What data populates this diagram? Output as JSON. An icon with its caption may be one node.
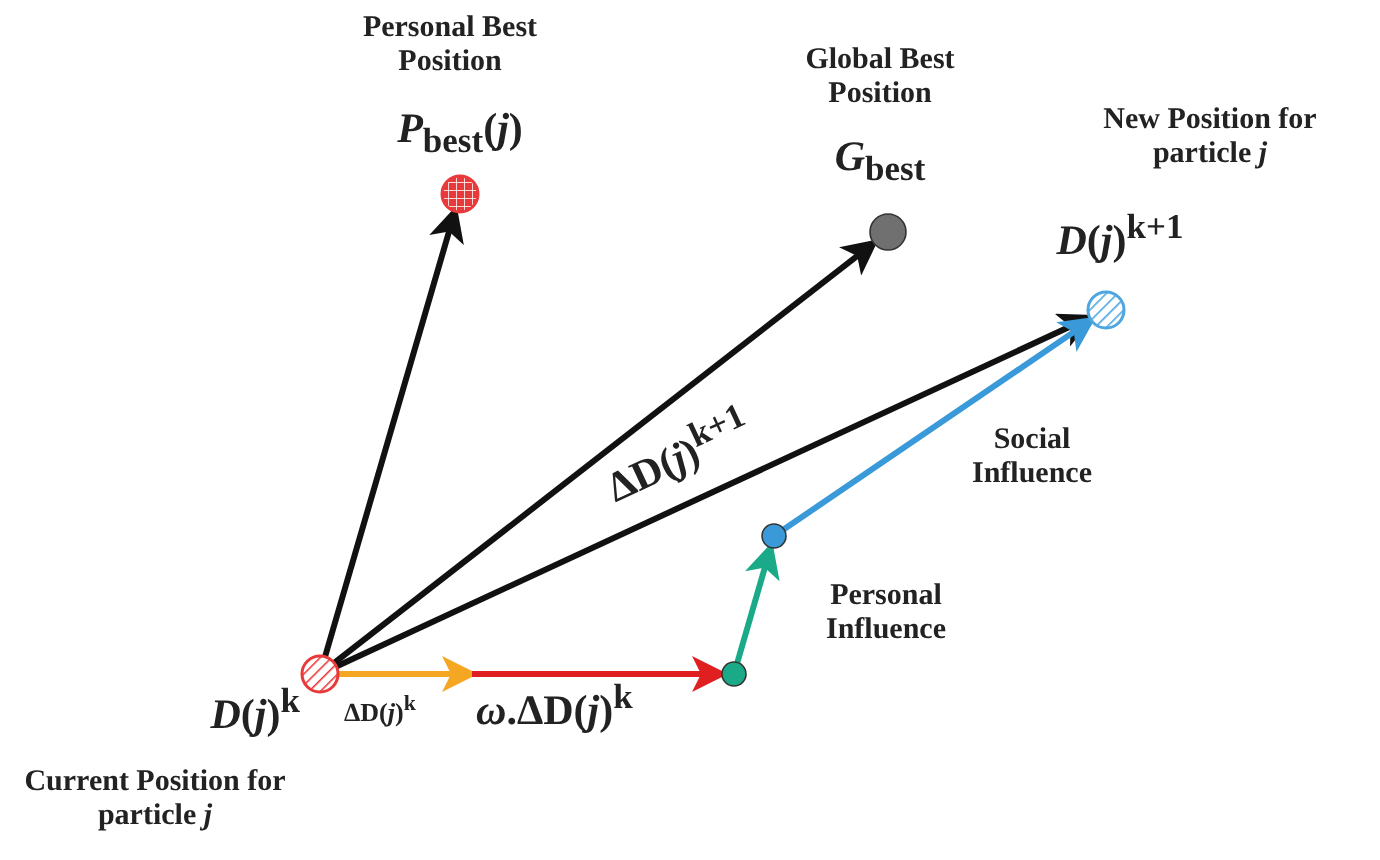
{
  "diagram": {
    "nodes": [
      {
        "text": [
          "*D*(*j*)$^{k}$",
          "Current Position for particle *j*"
        ]
      },
      {
        "text": [
          "Personal Best Position",
          "*P*$_{best}$(*j*)"
        ]
      },
      {
        "text": [
          "Global Best Position",
          "*G*$_{best}$"
        ]
      },
      {
        "text": [
          "New Position for particle *j*",
          "*D*(*j*)$^{k+1}$"
        ]
      },
      {
        "text": [],
        "shape": "circle"
      },
      {
        "text": [],
        "shape": "circle"
      }
    ],
    "edges": [
      {
        "from": 0,
        "to": 1,
        "arrow": "to"
      },
      {
        "from": 0,
        "to": 2,
        "arrow": "to"
      },
      {
        "from": 0,
        "to": 3,
        "arrow": "to",
        "label": "ΔD(*j*)$^{k+1}$"
      },
      {
        "from": 0,
        "to": null,
        "arrow": "to",
        "label": "ΔD(*j*)$^{k}$",
        "color": "#f5a623"
      },
      {
        "from": null,
        "to": 4,
        "arrow": "to",
        "label": "*ω*.ΔD(*j*)$^{k}$",
        "color": "#e02020"
      },
      {
        "from": 4,
        "to": 5,
        "arrow": "to",
        "label": "Personal Influence",
        "color": "#1aaa88"
      },
      {
        "from": 5,
        "to": 3,
        "arrow": "to",
        "label": "Social Influence",
        "color": "#3a9ad9"
      }
    ]
  }
}
